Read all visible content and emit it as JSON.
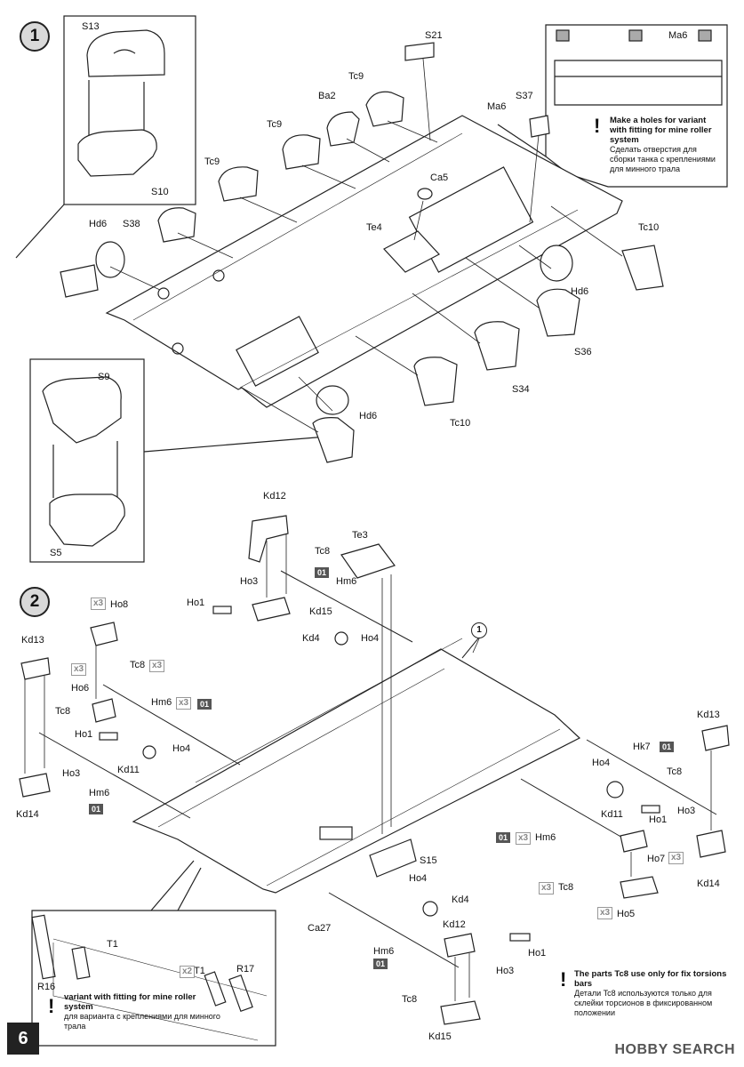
{
  "page": {
    "number": "6"
  },
  "steps": [
    {
      "number": "1"
    },
    {
      "number": "2"
    }
  ],
  "step1": {
    "labels": {
      "S13": "S13",
      "S10": "S10",
      "S21": "S21",
      "Tc9a": "Tc9",
      "Tc9b": "Tc9",
      "Ba2": "Ba2",
      "Ma6_main": "Ma6",
      "S37": "S37",
      "Ma6_inset": "Ma6",
      "Tc9c": "Tc9",
      "Ca5": "Ca5",
      "Te4": "Te4",
      "Tc10a": "Tc10",
      "Hd6a": "Hd6",
      "S38": "S38",
      "Hd6b": "Hd6",
      "S36": "S36",
      "S34": "S34",
      "S9": "S9",
      "Hd6c": "Hd6",
      "Tc10b": "Tc10",
      "S5": "S5"
    },
    "note": {
      "title": "Make a holes for variant with fitting for mine roller system",
      "ru": "Сделать отверстия  для сборки танка с  креплениями для минного трала"
    }
  },
  "step2": {
    "labels": {
      "Kd12a": "Kd12",
      "Te3": "Te3",
      "Tc8a": "Tc8",
      "Hm6a": "Hm6",
      "Ho3a": "Ho3",
      "Ho1a": "Ho1",
      "Kd15a": "Kd15",
      "Ho8": "Ho8",
      "Kd4a": "Kd4",
      "Ho4a": "Ho4",
      "Kd13a": "Kd13",
      "Tc8b": "Tc8",
      "Ho6": "Ho6",
      "Tc8c": "Tc8",
      "Hm6b": "Hm6",
      "Ho1b": "Ho1",
      "Ho4b": "Ho4",
      "Kd11a": "Kd11",
      "Ho3b": "Ho3",
      "Hm6c": "Hm6",
      "Kd14a": "Kd14",
      "Kd13b": "Kd13",
      "Hk7": "Hk7",
      "Tc8d": "Tc8",
      "Ho4c": "Ho4",
      "Kd11b": "Kd11",
      "Ho1c": "Ho1",
      "Ho3c": "Ho3",
      "Hm6d": "Hm6",
      "Ho7": "Ho7",
      "Kd14b": "Kd14",
      "S15": "S15",
      "Tc8e": "Tc8",
      "Ho5": "Ho5",
      "Ho4d": "Ho4",
      "Kd4b": "Kd4",
      "Ca27": "Ca27",
      "Kd12b": "Kd12",
      "Ho1d": "Ho1",
      "Hm6e": "Hm6",
      "Ho3d": "Ho3",
      "Tc8f": "Tc8",
      "Kd15b": "Kd15",
      "T1a": "T1",
      "T1b": "T1",
      "R17": "R17",
      "R16": "R16"
    },
    "tag": "01",
    "qty3": "x3",
    "qty2": "x2",
    "note_torsion": {
      "title": "The parts Tc8 use only for fix torsions bars",
      "ru": "Детали Tc8 используются только для склейки торсионов в фиксированном положении"
    },
    "note_variant": {
      "title": "variant  with fitting for mine roller system",
      "ru": "для варианта с  креплениями для минного трала"
    }
  },
  "watermark": "HOBBY SEARCH"
}
